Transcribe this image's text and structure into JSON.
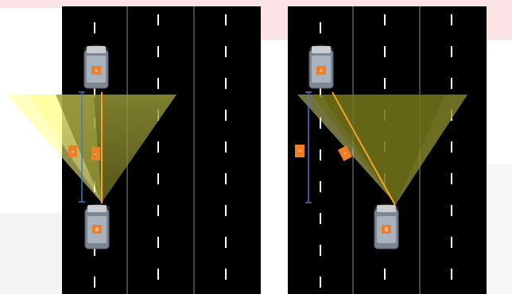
{
  "colors": {
    "road": "#000000",
    "lane_dash": "#ffffff",
    "lane_divider": "#8c8c8c",
    "fov_fill": "#ffff80",
    "sight_line": "#f5a623",
    "distance_line": "#4a78c2",
    "label_tag": "#f07e26",
    "background_band": "#fbe3e6"
  },
  "scenarios": [
    {
      "vehicle_top": {
        "tag": "A"
      },
      "vehicle_bottom": {
        "tag": "B"
      },
      "distance_tag": "=",
      "sight_tag": "="
    },
    {
      "vehicle_top": {
        "tag": "A"
      },
      "vehicle_bottom": {
        "tag": "B"
      },
      "distance_tag": "=",
      "sight_tag": "≈"
    }
  ]
}
